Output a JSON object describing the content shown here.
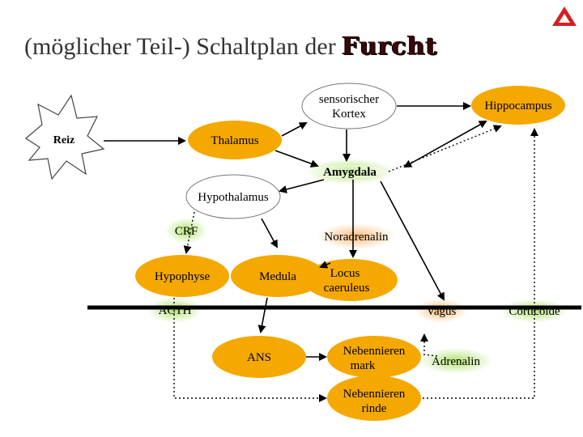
{
  "title": {
    "prefix": "(möglicher Teil-) Schaltplan der ",
    "emphasis": "Furcht"
  },
  "nodes": {
    "reiz": "Reiz",
    "sensorischer_kortex": [
      "sensorischer",
      "Kortex"
    ],
    "hippocampus": "Hippocampus",
    "thalamus": "Thalamus",
    "amygdala": "Amygdala",
    "hypothalamus": "Hypothalamus",
    "crf": "CRF",
    "noradrenalin": "Noradrenalin",
    "hypophyse": "Hypophyse",
    "medula": "Medula",
    "locus_caeruleus": [
      "Locus",
      "caeruleus"
    ],
    "acth": "ACTH",
    "vagus": "Vagus",
    "corticoide": "Corticoide",
    "ans": "ANS",
    "nebennieren_mark": [
      "Nebennieren",
      "mark"
    ],
    "adrenalin": "Adrenalin",
    "nebennieren_rinde": [
      "Nebennieren",
      "rinde"
    ]
  },
  "colors": {
    "orange": "#f5a800",
    "white": "#ffffff",
    "ink": "#000000",
    "glow_green": "#a8e060",
    "glow_orange": "#f7b56a",
    "logo_red": "#d62020"
  },
  "icons": {
    "logo": "red-triangle-logo",
    "reiz_shape": "starburst"
  }
}
